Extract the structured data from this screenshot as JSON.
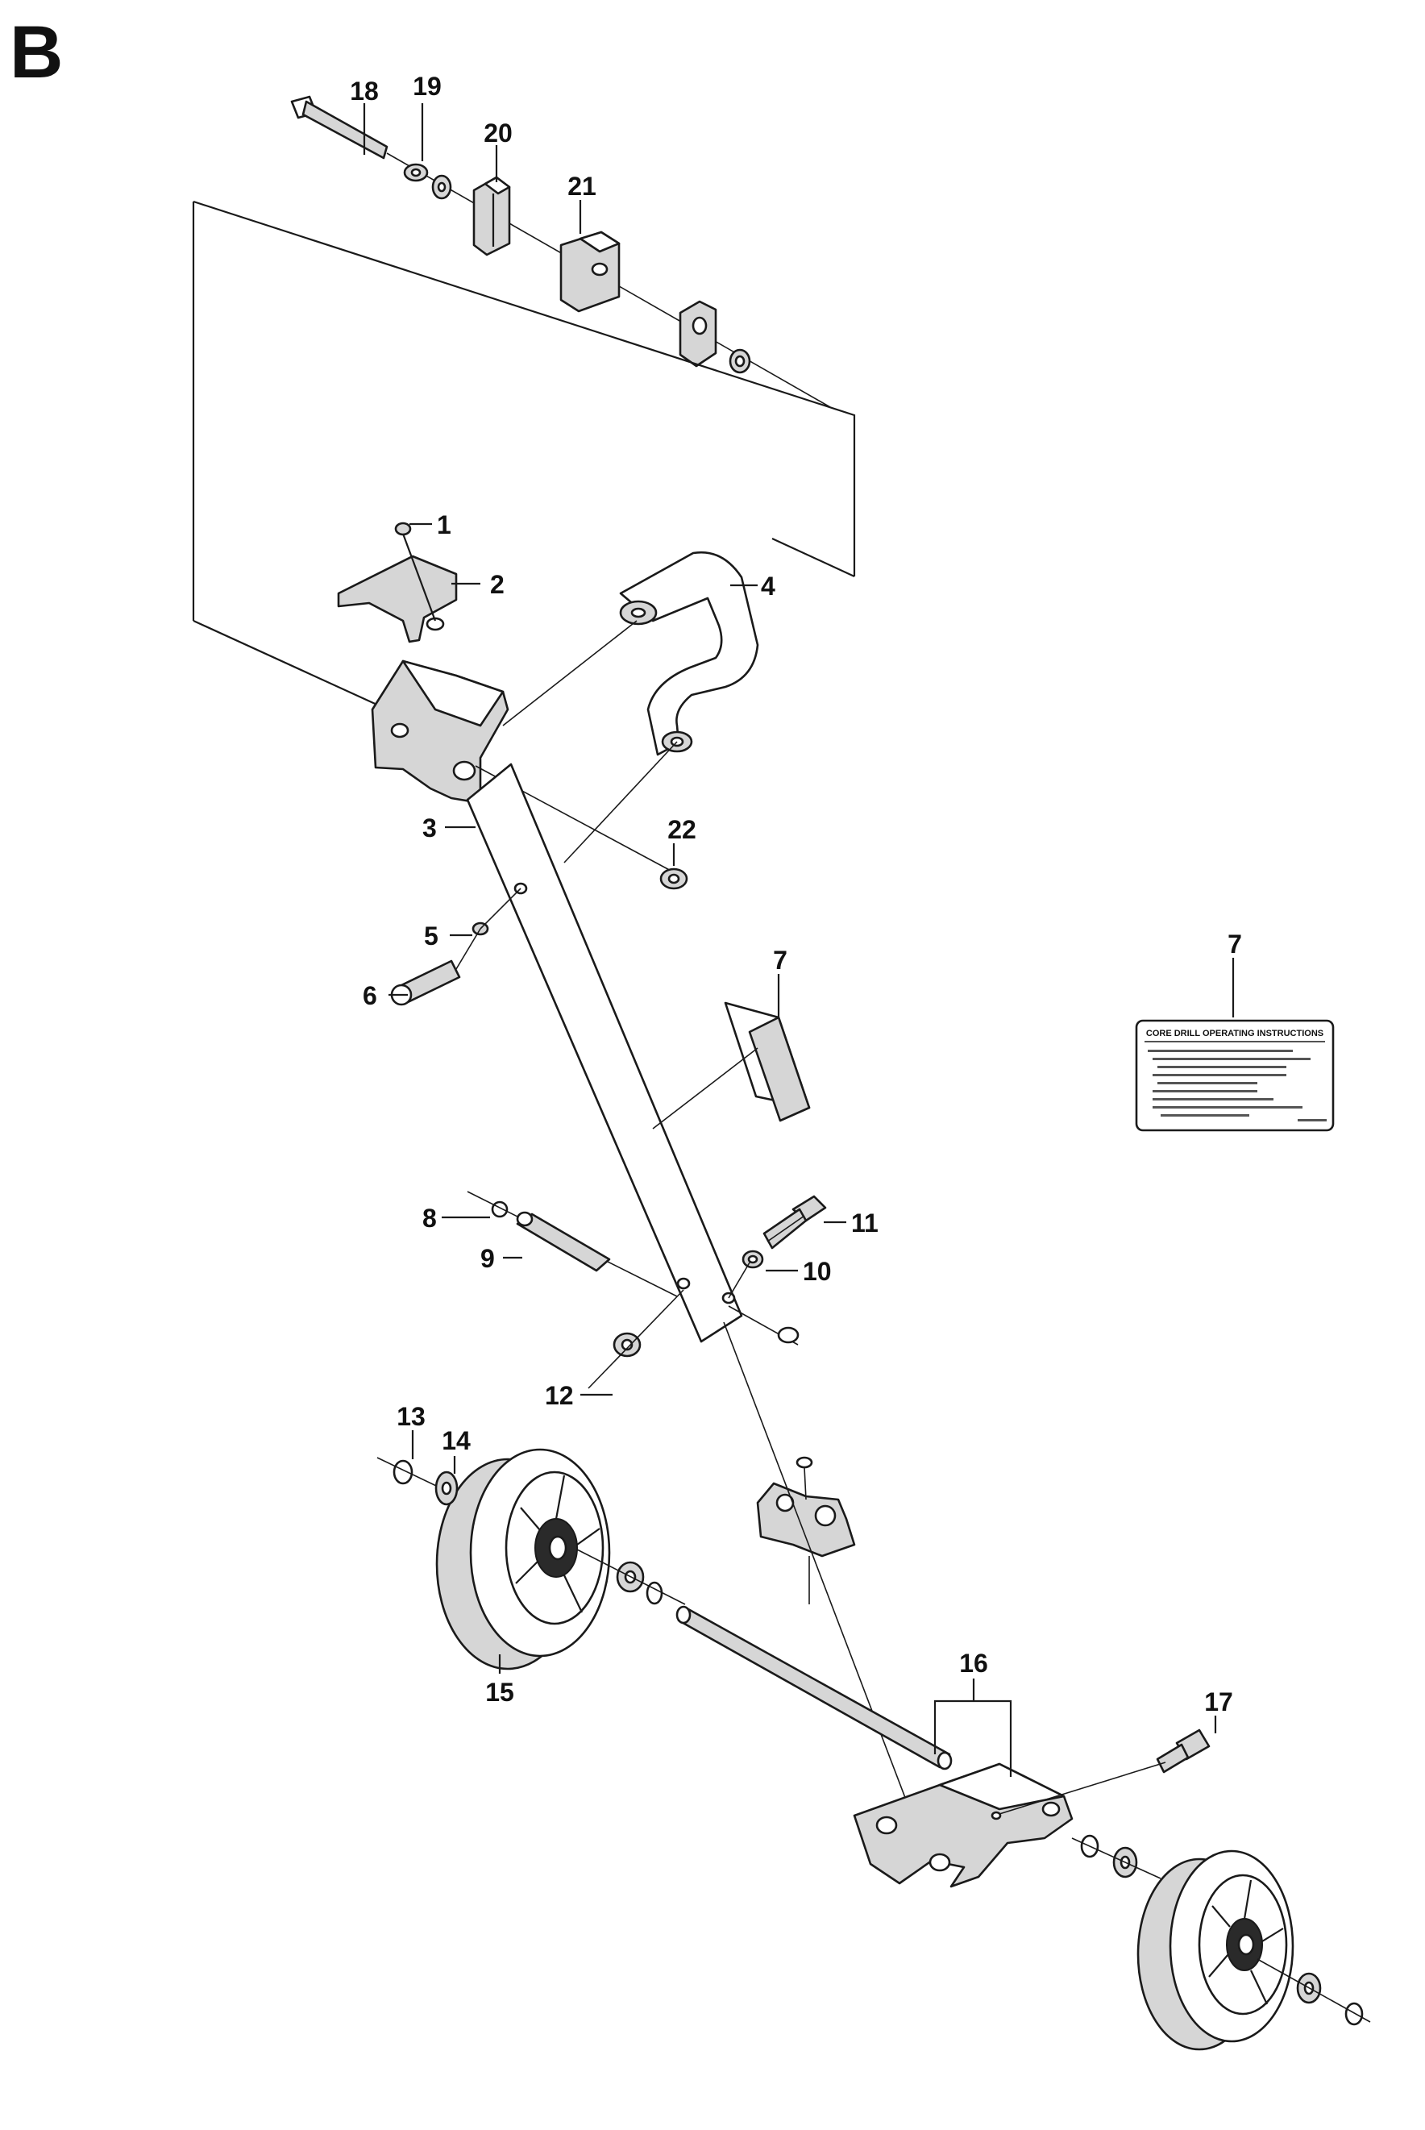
{
  "section_letter": "B",
  "callouts": [
    {
      "id": "c1",
      "text": "1"
    },
    {
      "id": "c2",
      "text": "2"
    },
    {
      "id": "c3",
      "text": "3"
    },
    {
      "id": "c4",
      "text": "4"
    },
    {
      "id": "c5",
      "text": "5"
    },
    {
      "id": "c6",
      "text": "6"
    },
    {
      "id": "c7a",
      "text": "7"
    },
    {
      "id": "c7b",
      "text": "7"
    },
    {
      "id": "c8",
      "text": "8"
    },
    {
      "id": "c9",
      "text": "9"
    },
    {
      "id": "c10",
      "text": "10"
    },
    {
      "id": "c11",
      "text": "11"
    },
    {
      "id": "c12",
      "text": "12"
    },
    {
      "id": "c13",
      "text": "13"
    },
    {
      "id": "c14",
      "text": "14"
    },
    {
      "id": "c15",
      "text": "15"
    },
    {
      "id": "c16",
      "text": "16"
    },
    {
      "id": "c17",
      "text": "17"
    },
    {
      "id": "c18",
      "text": "18"
    },
    {
      "id": "c19",
      "text": "19"
    },
    {
      "id": "c20",
      "text": "20"
    },
    {
      "id": "c21",
      "text": "21"
    },
    {
      "id": "c22",
      "text": "22"
    }
  ],
  "decal": {
    "title": "CORE DRILL OPERATING INSTRUCTIONS"
  }
}
